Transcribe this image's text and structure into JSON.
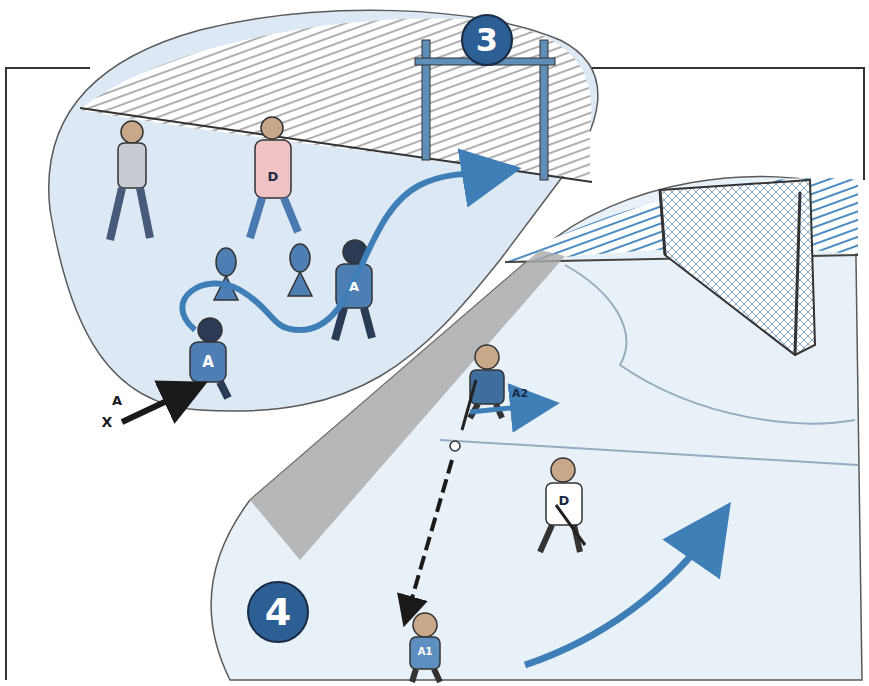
{
  "diagram": {
    "labels": [
      "3",
      "D",
      "A",
      "A",
      "A",
      "X",
      "A2",
      "4",
      "D",
      "A1"
    ]
  }
}
